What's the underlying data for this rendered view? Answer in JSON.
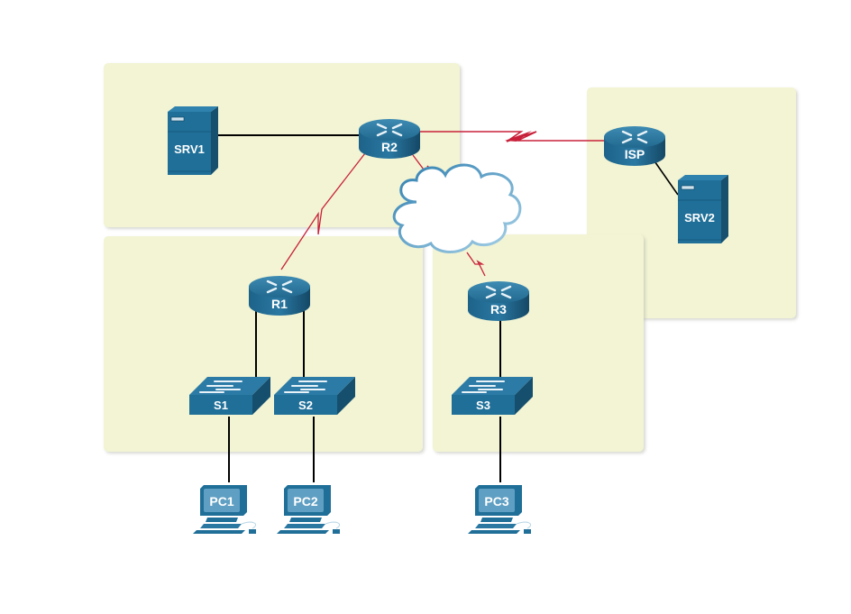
{
  "diagram": {
    "type": "network-topology",
    "colors": {
      "zone_fill": "#f2f4d3",
      "device_blue": "#1f6f98",
      "device_dark": "#164f6e",
      "ethernet_link": "#000000",
      "serial_link": "#c8203a",
      "cloud_outline": "#3a87b5"
    },
    "zones": [
      {
        "id": "zone-hq",
        "devices": [
          "SRV1",
          "R2"
        ]
      },
      {
        "id": "zone-isp",
        "devices": [
          "ISP",
          "SRV2"
        ]
      },
      {
        "id": "zone-r1-lan",
        "devices": [
          "R1",
          "S1",
          "S2"
        ]
      },
      {
        "id": "zone-r3-lan",
        "devices": [
          "R3",
          "S3"
        ]
      }
    ],
    "devices": {
      "srv1": {
        "label": "SRV1",
        "type": "server",
        "icon": "server-icon"
      },
      "srv2": {
        "label": "SRV2",
        "type": "server",
        "icon": "server-icon"
      },
      "r1": {
        "label": "R1",
        "type": "router",
        "icon": "router-icon"
      },
      "r2": {
        "label": "R2",
        "type": "router",
        "icon": "router-icon"
      },
      "r3": {
        "label": "R3",
        "type": "router",
        "icon": "router-icon"
      },
      "isp": {
        "label": "ISP",
        "type": "router",
        "icon": "router-icon"
      },
      "s1": {
        "label": "S1",
        "type": "switch",
        "icon": "switch-icon"
      },
      "s2": {
        "label": "S2",
        "type": "switch",
        "icon": "switch-icon"
      },
      "s3": {
        "label": "S3",
        "type": "switch",
        "icon": "switch-icon"
      },
      "pc1": {
        "label": "PC1",
        "type": "pc",
        "icon": "pc-icon"
      },
      "pc2": {
        "label": "PC2",
        "type": "pc",
        "icon": "pc-icon"
      },
      "pc3": {
        "label": "PC3",
        "type": "pc",
        "icon": "pc-icon"
      },
      "cloud": {
        "label": "",
        "type": "wan-cloud",
        "icon": "cloud-icon"
      }
    },
    "links": [
      {
        "from": "SRV1",
        "to": "R2",
        "type": "ethernet"
      },
      {
        "from": "R2",
        "to": "ISP",
        "type": "serial"
      },
      {
        "from": "R2",
        "to": "R1",
        "type": "serial"
      },
      {
        "from": "R2",
        "to": "cloud",
        "type": "serial"
      },
      {
        "from": "cloud",
        "to": "R3",
        "type": "serial"
      },
      {
        "from": "ISP",
        "to": "SRV2",
        "type": "ethernet"
      },
      {
        "from": "R1",
        "to": "S1",
        "type": "ethernet"
      },
      {
        "from": "R1",
        "to": "S2",
        "type": "ethernet"
      },
      {
        "from": "R3",
        "to": "S3",
        "type": "ethernet"
      },
      {
        "from": "S1",
        "to": "PC1",
        "type": "ethernet"
      },
      {
        "from": "S2",
        "to": "PC2",
        "type": "ethernet"
      },
      {
        "from": "S3",
        "to": "PC3",
        "type": "ethernet"
      }
    ]
  }
}
